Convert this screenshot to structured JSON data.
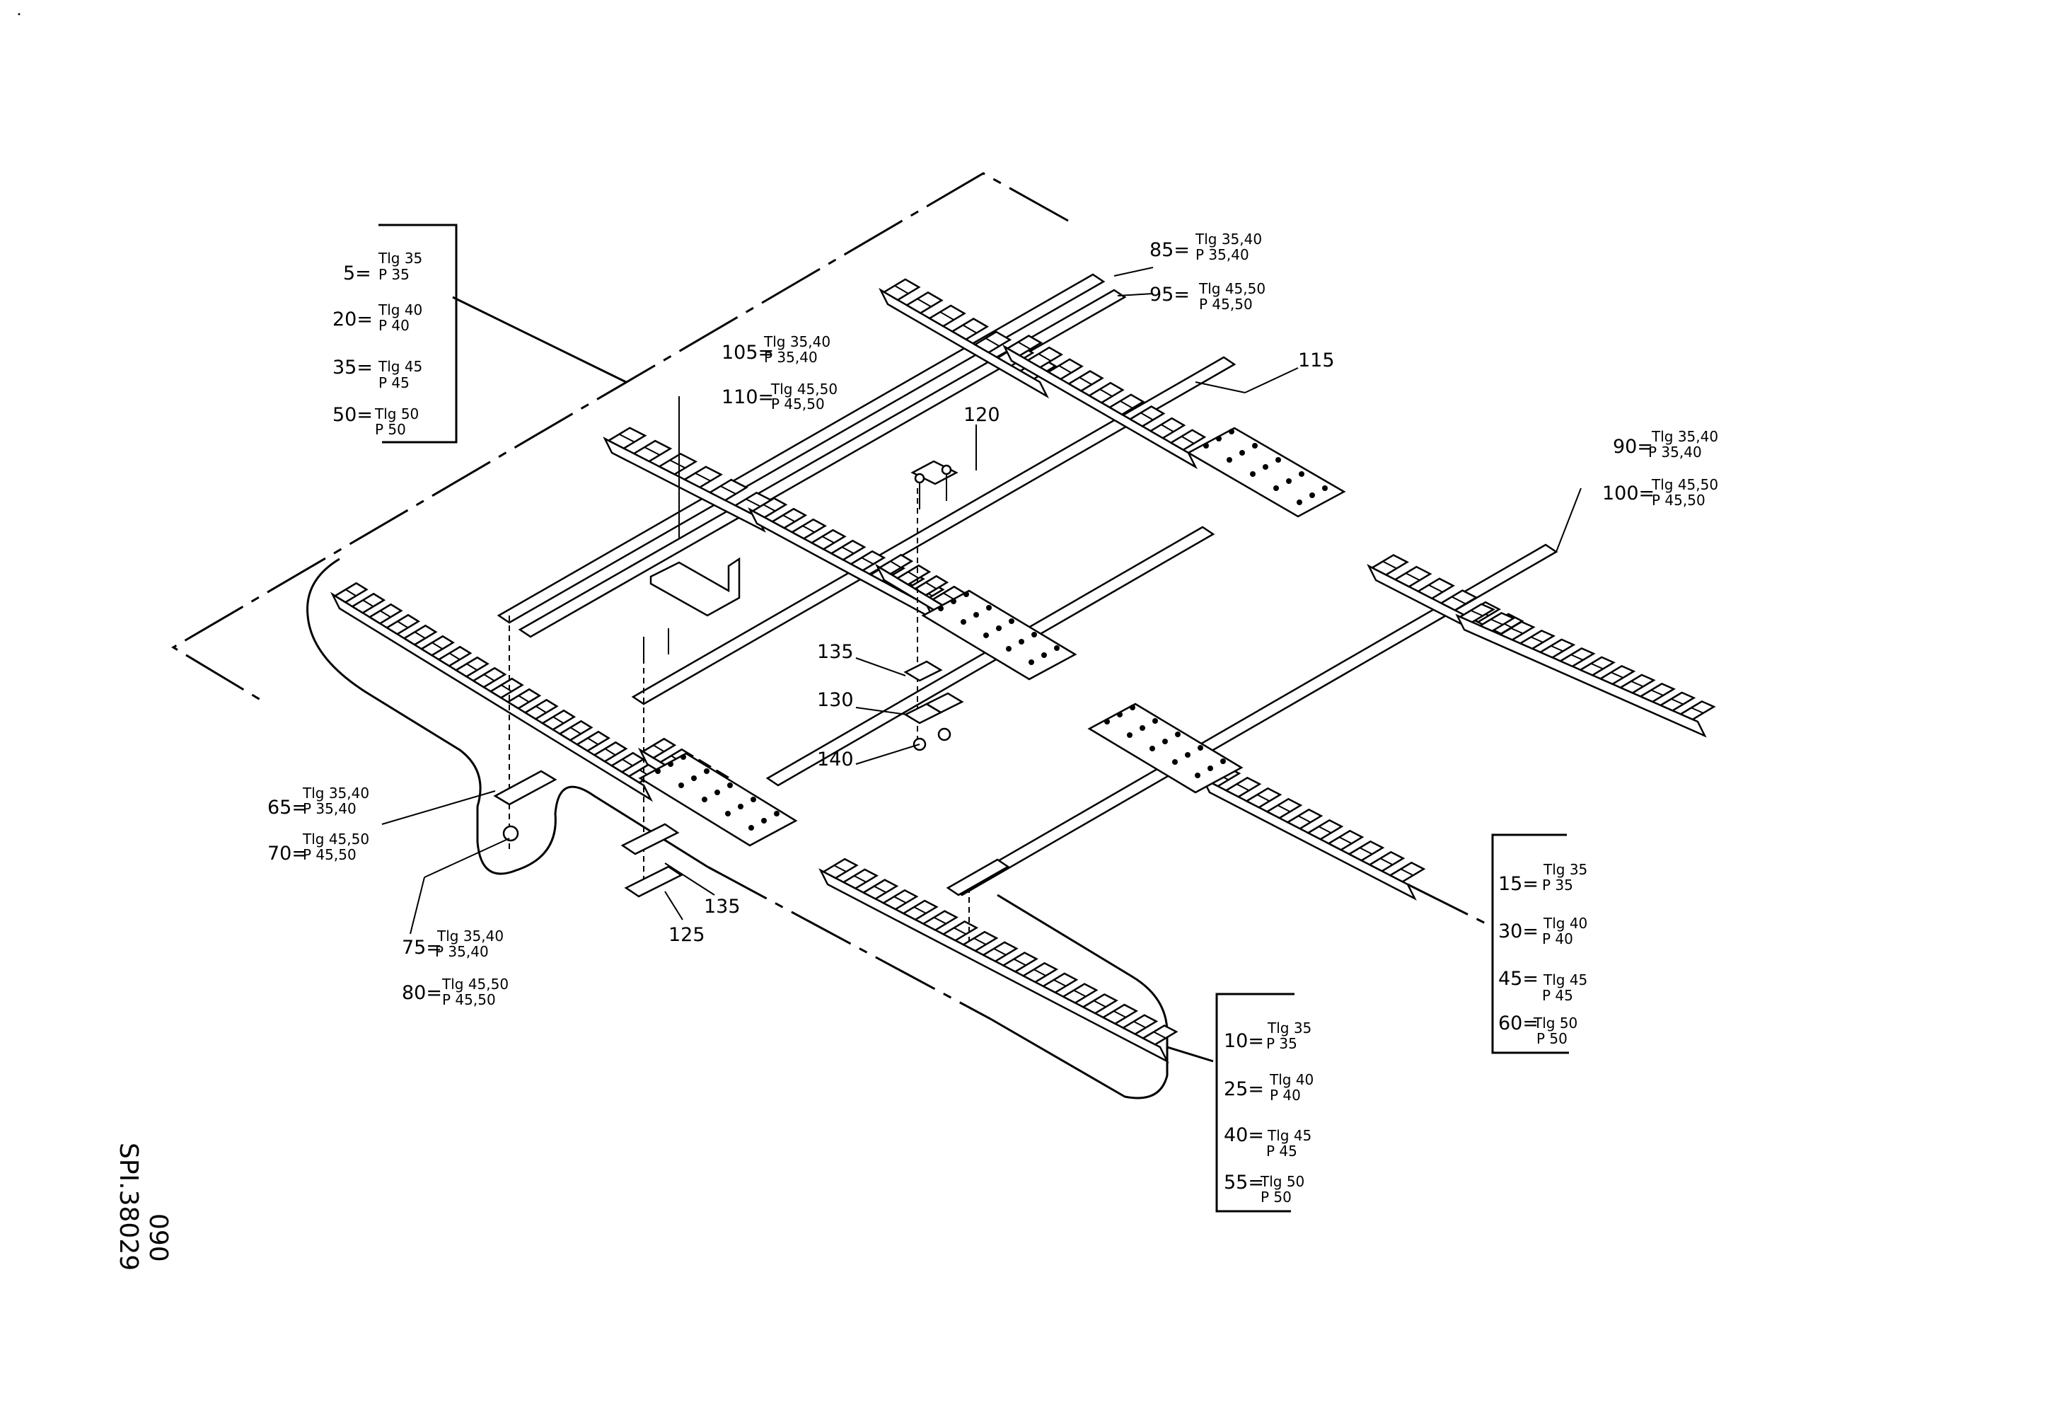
{
  "drawing_id": "SPI.38029",
  "sheet_code": "090",
  "callouts": {
    "c5": {
      "num": "5=",
      "l1": "Tlg 35",
      "l2": "P 35"
    },
    "c20": {
      "num": "20=",
      "l1": "Tlg 40",
      "l2": "P 40"
    },
    "c35": {
      "num": "35=",
      "l1": "Tlg 45",
      "l2": "P 45"
    },
    "c50": {
      "num": "50=",
      "l1": "Tlg 50",
      "l2": "P 50"
    },
    "c85": {
      "num": "85=",
      "l1": "Tlg 35,40",
      "l2": "P 35,40"
    },
    "c95": {
      "num": "95=",
      "l1": "Tlg 45,50",
      "l2": "P 45,50"
    },
    "c105": {
      "num": "105=",
      "l1": "Tlg 35,40",
      "l2": "P 35,40"
    },
    "c110": {
      "num": "110=",
      "l1": "Tlg 45,50",
      "l2": "P 45,50"
    },
    "c90": {
      "num": "90=",
      "l1": "Tlg 35,40",
      "l2": "P 35,40"
    },
    "c100": {
      "num": "100=",
      "l1": "Tlg 45,50",
      "l2": "P 45,50"
    },
    "c65": {
      "num": "65=",
      "l1": "Tlg 35,40",
      "l2": "P 35,40"
    },
    "c70": {
      "num": "70=",
      "l1": "Tlg 45,50",
      "l2": "P 45,50"
    },
    "c75": {
      "num": "75=",
      "l1": "Tlg 35,40",
      "l2": "P 35,40"
    },
    "c80": {
      "num": "80=",
      "l1": "Tlg 45,50",
      "l2": "P 45,50"
    },
    "c15": {
      "num": "15=",
      "l1": "Tlg 35",
      "l2": "P 35"
    },
    "c30": {
      "num": "30=",
      "l1": "Tlg 40",
      "l2": "P 40"
    },
    "c45": {
      "num": "45=",
      "l1": "Tlg 45",
      "l2": "P 45"
    },
    "c60": {
      "num": "60=",
      "l1": "Tlg 50",
      "l2": "P 50"
    },
    "c10": {
      "num": "10=",
      "l1": "Tlg 35",
      "l2": "P 35"
    },
    "c25": {
      "num": "25=",
      "l1": "Tlg 40",
      "l2": "P 40"
    },
    "c40": {
      "num": "40=",
      "l1": "Tlg 45",
      "l2": "P 45"
    },
    "c55": {
      "num": "55=",
      "l1": "Tlg 50",
      "l2": "P 50"
    }
  },
  "labels": {
    "l115": "115",
    "l120": "120",
    "l125": "125",
    "l130": "130",
    "l135a": "135",
    "l135b": "135",
    "l140": "140"
  }
}
